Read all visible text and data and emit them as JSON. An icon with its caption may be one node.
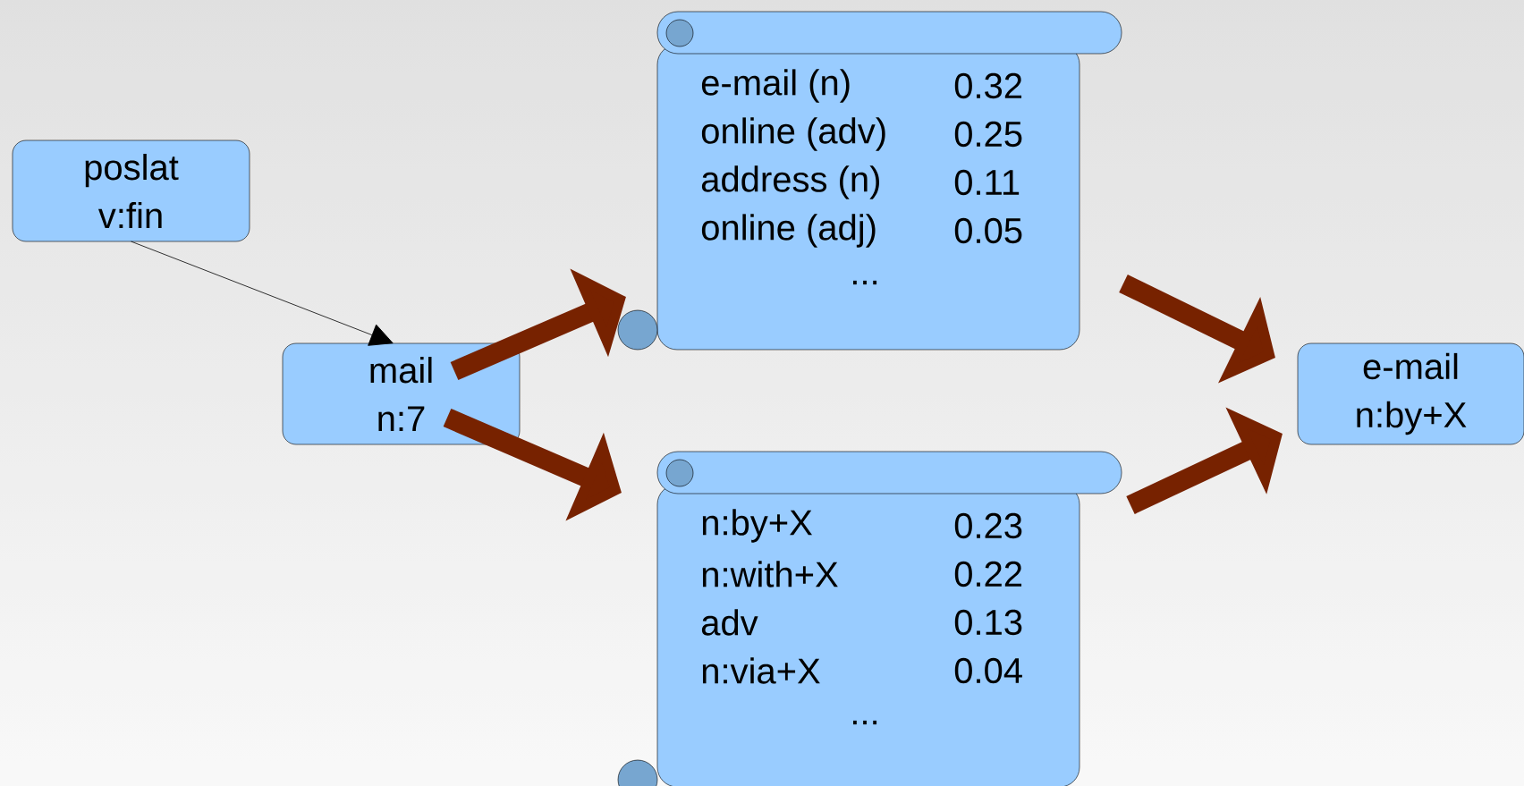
{
  "diagram": {
    "nodes": [
      {
        "text": [
          "poslat",
          "v:fin"
        ]
      },
      {
        "text": [
          "mail",
          "n:7"
        ]
      },
      {
        "text": [
          "e-mail (n)",
          "0.32",
          "online (adv)",
          "0.25",
          "address (n)",
          "0.11",
          "online (adj)",
          "0.05",
          "..."
        ]
      },
      {
        "text": [
          "n:by+X",
          "0.23",
          "n:with+X",
          "0.22",
          "adv",
          "0.13",
          "n:via+X",
          "0.04",
          "..."
        ]
      },
      {
        "text": [
          "e-mail",
          "n:by+X"
        ]
      }
    ],
    "edges": [
      {
        "from": 0,
        "to": 1,
        "arrow": "to",
        "color": "#000000"
      },
      {
        "from": 1,
        "to": 2,
        "arrow": "to"
      },
      {
        "from": 1,
        "to": 3,
        "arrow": "to"
      },
      {
        "from": 2,
        "to": 4,
        "arrow": "to"
      },
      {
        "from": 3,
        "to": 4,
        "arrow": "to"
      }
    ]
  }
}
